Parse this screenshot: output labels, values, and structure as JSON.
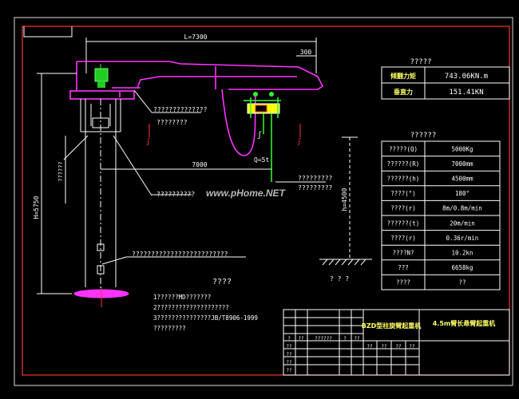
{
  "drawing": {
    "dimensions": {
      "top_length": "L=7300",
      "offset_300": "300",
      "reach": "7000",
      "height_total": "H=5750",
      "hook_height": "h=4500",
      "load": "Q=5t",
      "left_vertical": "??????"
    },
    "callouts": {
      "callout_1": "??????????????",
      "callout_2": "????????",
      "callout_3": "??????????",
      "callout_4": "?????????",
      "callout_5": "?????????",
      "callout_6": "?????????????????????????"
    },
    "watermark": "www.pHome.NET",
    "ground_marks": "? ? ?"
  },
  "force_table": {
    "title": "?????",
    "rows": [
      {
        "label": "倾翻力矩",
        "value": "743.06KN.m"
      },
      {
        "label": "垂直力",
        "value": "151.41KN"
      }
    ]
  },
  "param_table": {
    "title": "??????",
    "rows": [
      {
        "label": "?????(Q)",
        "value": "5000Kg"
      },
      {
        "label": "??????(R)",
        "value": "7000mm"
      },
      {
        "label": "??????(h)",
        "value": "4500mm"
      },
      {
        "label": "????(°)",
        "value": "180°"
      },
      {
        "label": "????(r)",
        "value": "8m/0.8m/min"
      },
      {
        "label": "??????(t)",
        "value": "20m/min"
      },
      {
        "label": "????(r)",
        "value": "0.36r/min"
      },
      {
        "label": "????N?",
        "value": "10.2kn"
      },
      {
        "label": "???",
        "value": "6658kg"
      },
      {
        "label": "????",
        "value": "??"
      }
    ]
  },
  "notes": {
    "title": "????",
    "lines": [
      "1??????MD???????",
      "2????????????????????",
      "3???????????????JB/T8906-1999",
      "?????????"
    ]
  },
  "title_block": {
    "title_left": "BZD型柱旋臂起重机",
    "title_right": "4.5m臂长悬臂起重机",
    "cell_q": "?",
    "cell_qq": "??",
    "cell_wide": "??????"
  },
  "colors": {
    "magenta": "#ff33ff",
    "red": "#ff3333",
    "green": "#33ff33",
    "yellow": "#ffff66",
    "background": "#000000"
  }
}
